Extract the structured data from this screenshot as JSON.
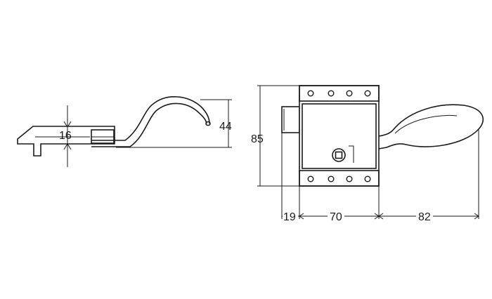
{
  "side_view": {
    "dim_thickness": "16",
    "dim_height": "44"
  },
  "front_view": {
    "dim_height": "85",
    "dim_bolt": "19",
    "dim_body": "70",
    "dim_handle": "82"
  }
}
